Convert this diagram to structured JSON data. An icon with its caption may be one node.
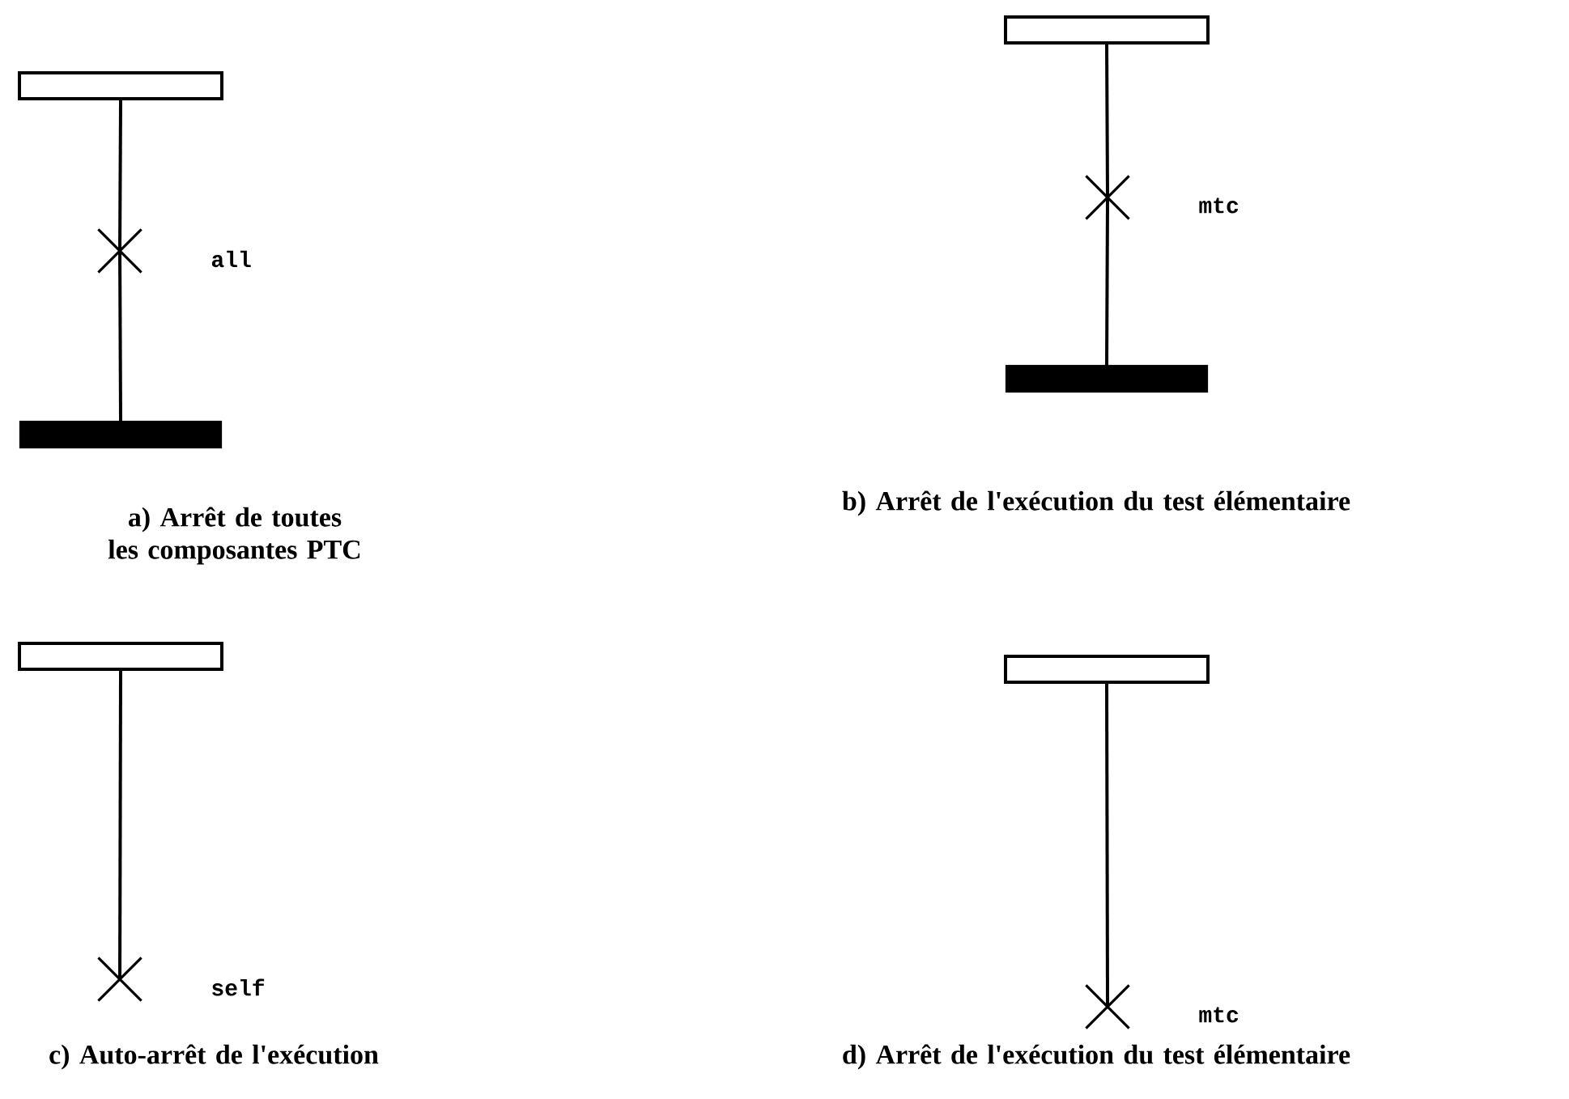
{
  "diagram": {
    "nodes": [
      {
        "text": [],
        "shape": "box"
      },
      {
        "text": [],
        "shape": "cross",
        "beside": [
          "all"
        ]
      },
      {
        "text": [],
        "shape": "bar"
      },
      {
        "text": [],
        "shape": "box"
      },
      {
        "text": [],
        "shape": "cross",
        "beside": [
          "mtc"
        ]
      },
      {
        "text": [],
        "shape": "bar"
      },
      {
        "text": [],
        "shape": "box"
      },
      {
        "text": [],
        "shape": "cross",
        "beside": [
          "self"
        ]
      },
      {
        "text": [],
        "shape": "box"
      },
      {
        "text": [],
        "shape": "cross",
        "beside": [
          "mtc"
        ]
      }
    ],
    "edges": [
      {
        "from": 0,
        "to": 1,
        "arrow": "none"
      },
      {
        "from": 1,
        "to": 2,
        "arrow": "none"
      },
      {
        "from": 3,
        "to": 4,
        "arrow": "none"
      },
      {
        "from": 4,
        "to": 5,
        "arrow": "none"
      },
      {
        "from": 6,
        "to": 7,
        "arrow": "none"
      },
      {
        "from": 8,
        "to": 9,
        "arrow": "none"
      }
    ],
    "labels": [
      "a) Arrêt de toutes les composantes PTC",
      "b) Arrêt de l'exécution du test élémentaire",
      "c) Auto-arrêt de l'exécution",
      "d) Arrêt de l'exécution du test élémentaire"
    ]
  }
}
